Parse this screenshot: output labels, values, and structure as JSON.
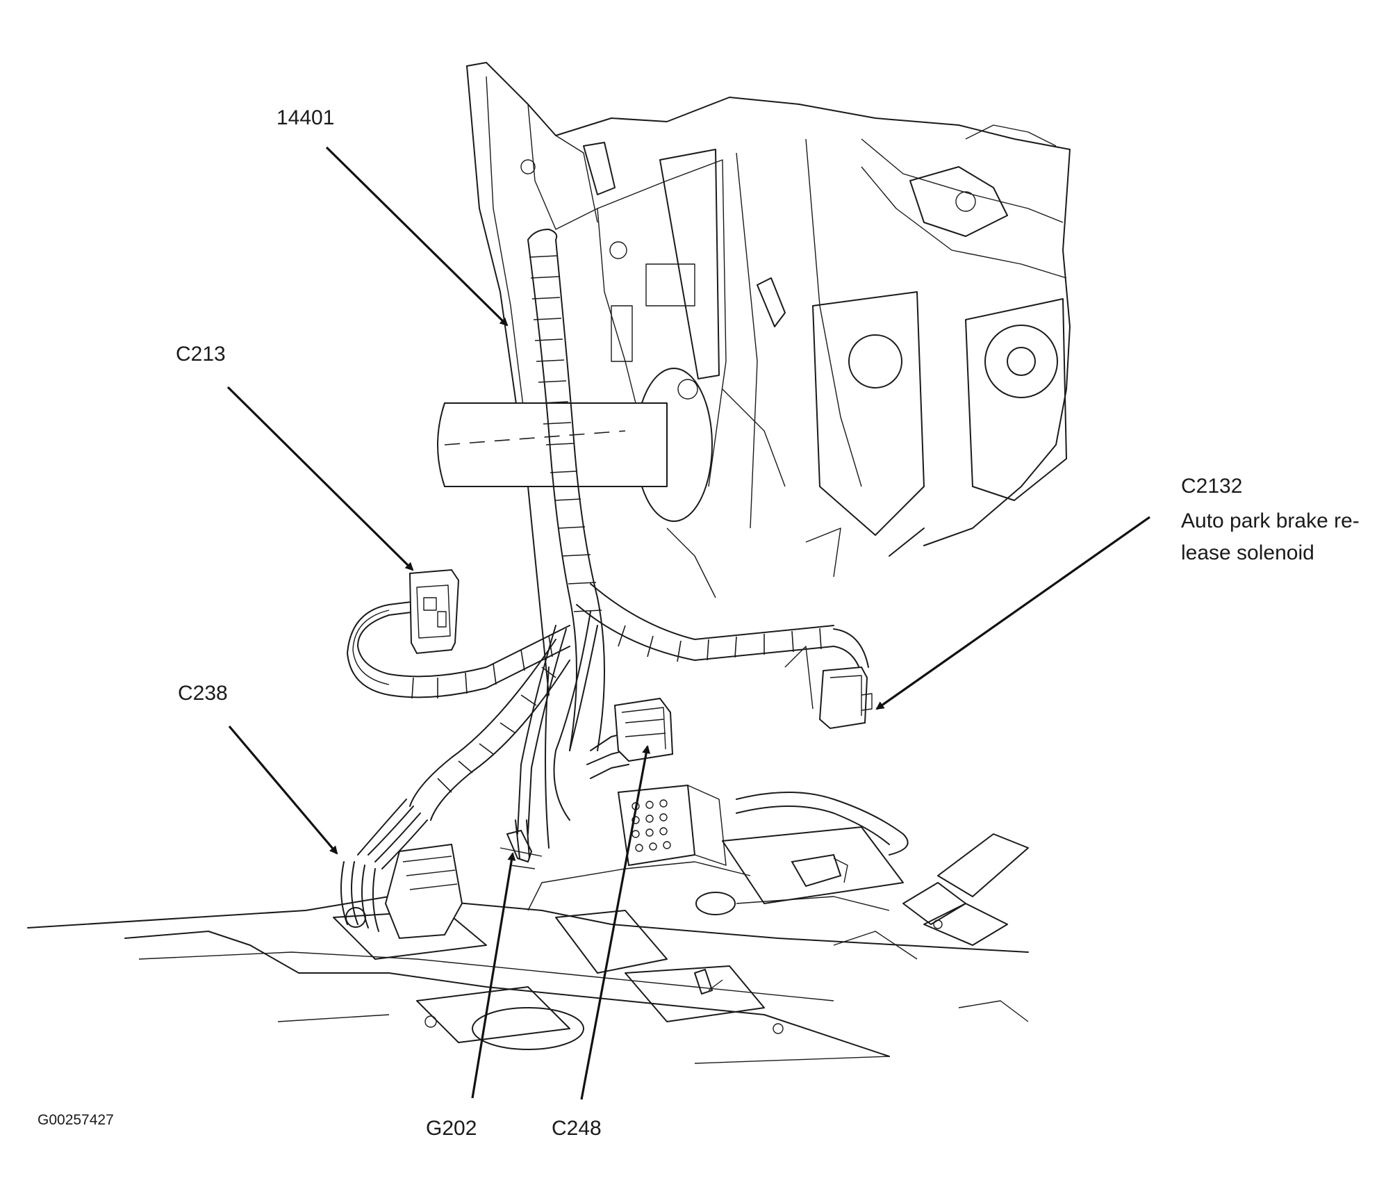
{
  "labels": {
    "harness": "14401",
    "c213": "C213",
    "c238": "C238",
    "c2132": "C2132",
    "c2132_desc_line1": "Auto park brake re-",
    "c2132_desc_line2": "lease solenoid",
    "g202": "G202",
    "c248": "C248",
    "figure_id": "G00257427"
  }
}
